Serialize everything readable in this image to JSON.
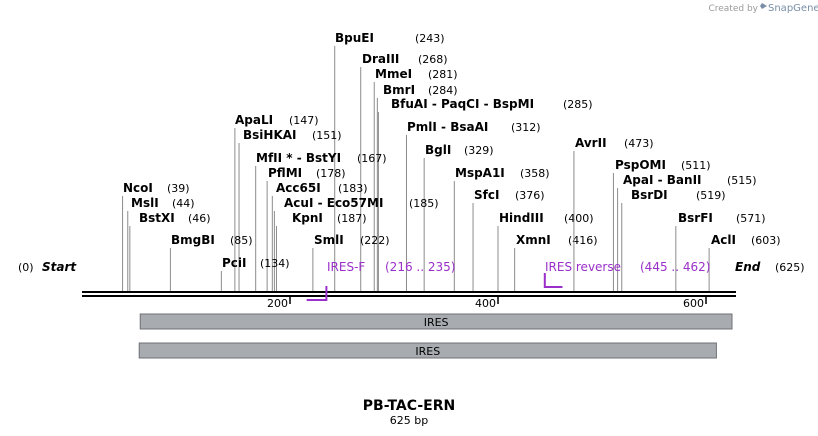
{
  "branding": {
    "created_by": "Created by",
    "brand": "SnapGene",
    "accent": "#5b7ea6"
  },
  "map": {
    "name": "PB-TAC-ERN",
    "length_text": "625 bp",
    "length": 625,
    "start_label": "Start",
    "start_pos": "(0)",
    "end_label": "End",
    "end_pos": "(625)",
    "ticks": [
      "200",
      "400",
      "600"
    ],
    "tick_values": [
      200,
      400,
      600
    ]
  },
  "sites": [
    {
      "label": "BpuEI",
      "pos": "(243)",
      "at": 243
    },
    {
      "label": "DraIII",
      "pos": "(268)",
      "at": 268
    },
    {
      "label": "MmeI",
      "pos": "(281)",
      "at": 281
    },
    {
      "label": "BmrI",
      "pos": "(284)",
      "at": 284
    },
    {
      "label": "BfuAI  -  PaqCI  -  BspMI",
      "pos": "(285)",
      "at": 285
    },
    {
      "label": "PmlI  -  BsaAI",
      "pos": "(312)",
      "at": 312
    },
    {
      "label": "BglI",
      "pos": "(329)",
      "at": 329
    },
    {
      "label": "MspA1I",
      "pos": "(358)",
      "at": 358
    },
    {
      "label": "SfcI",
      "pos": "(376)",
      "at": 376
    },
    {
      "label": "HindIII",
      "pos": "(400)",
      "at": 400
    },
    {
      "label": "XmnI",
      "pos": "(416)",
      "at": 416
    },
    {
      "label": "AvrII",
      "pos": "(473)",
      "at": 473
    },
    {
      "label": "PspOMI",
      "pos": "(511)",
      "at": 511
    },
    {
      "label": "ApaI  -  BanII",
      "pos": "(515)",
      "at": 515
    },
    {
      "label": "BsrDI",
      "pos": "(519)",
      "at": 519
    },
    {
      "label": "BsrFI",
      "pos": "(571)",
      "at": 571
    },
    {
      "label": "AclI",
      "pos": "(603)",
      "at": 603
    },
    {
      "label": "ApaLI",
      "pos": "(147)",
      "at": 147
    },
    {
      "label": "BsiHKAI",
      "pos": "(151)",
      "at": 151
    },
    {
      "label": "MfII *  -  BstYI",
      "pos": "(167)",
      "at": 167
    },
    {
      "label": "PflMI",
      "pos": "(178)",
      "at": 178
    },
    {
      "label": "Acc65I",
      "pos": "(183)",
      "at": 183
    },
    {
      "label": "AcuI  -  Eco57MI",
      "pos": "(185)",
      "at": 185
    },
    {
      "label": "KpnI",
      "pos": "(187)",
      "at": 187
    },
    {
      "label": "SmlI",
      "pos": "(222)",
      "at": 222
    },
    {
      "label": "PciI",
      "pos": "(134)",
      "at": 134
    },
    {
      "label": "NcoI",
      "pos": "(39)",
      "at": 39
    },
    {
      "label": "MslI",
      "pos": "(44)",
      "at": 44
    },
    {
      "label": "BstXI",
      "pos": "(46)",
      "at": 46
    },
    {
      "label": "BmgBI",
      "pos": "(85)",
      "at": 85
    }
  ],
  "primers": [
    {
      "label": "IRES-F",
      "pos": "(216 .. 235)",
      "from": 216,
      "to": 235,
      "dir": "forward"
    },
    {
      "label": "IRES reverse",
      "pos": "(445 .. 462)",
      "from": 445,
      "to": 462,
      "dir": "reverse"
    }
  ],
  "features": [
    {
      "label": "IRES",
      "from": 56,
      "to": 625
    },
    {
      "label": "IRES",
      "from": 55,
      "to": 610
    }
  ],
  "colors": {
    "primer": "#9a2fc9",
    "feature_fill": "#a8acb0",
    "feature_stroke": "#6d7175",
    "backbone": "#000000"
  }
}
